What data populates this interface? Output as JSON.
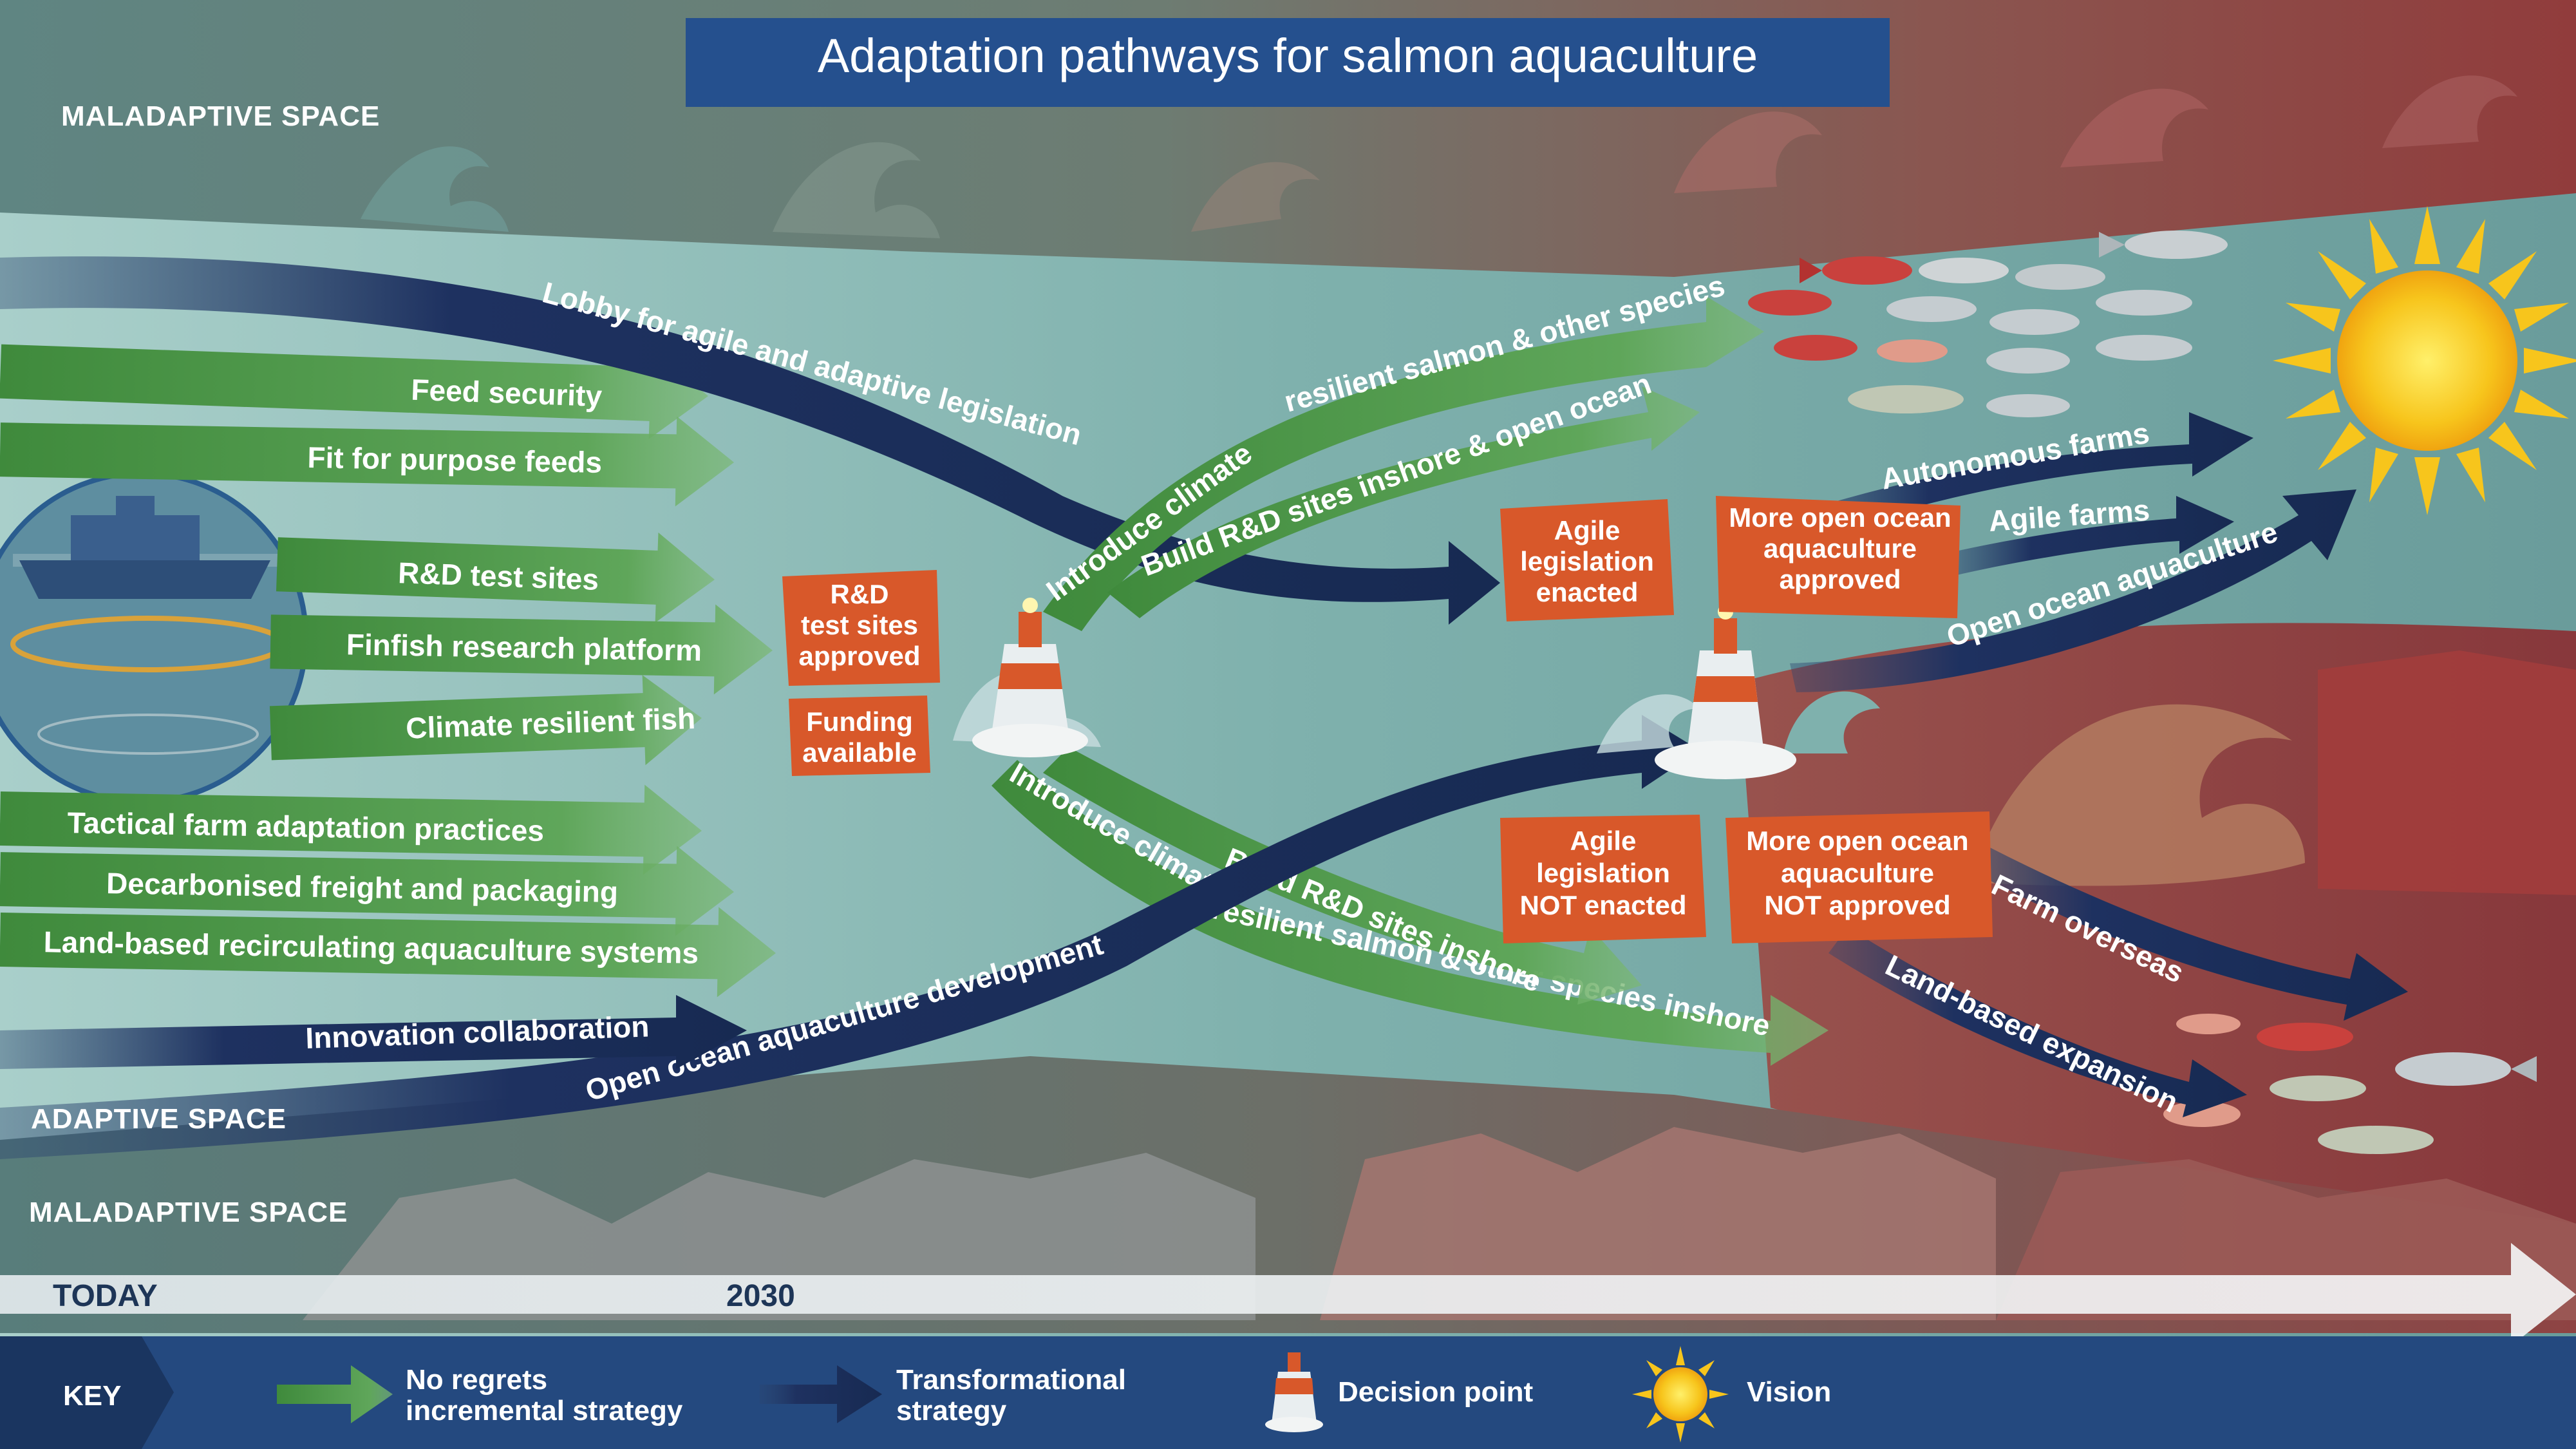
{
  "title": "Adaptation pathways for salmon aquaculture",
  "spaces": {
    "maladaptive_top": "MALADAPTIVE SPACE",
    "adaptive": "ADAPTIVE SPACE",
    "maladaptive_bottom": "MALADAPTIVE SPACE"
  },
  "timeline": {
    "start": "TODAY",
    "milestone": "2030"
  },
  "incremental_strategies": [
    "Feed security",
    "Fit for purpose feeds",
    "R&D test sites",
    "Finfish research platform",
    "Climate resilient fish",
    "Tactical farm adaptation practices",
    "Decarbonised freight and packaging",
    "Land-based recirculating aquaculture systems"
  ],
  "transformational_strategies": {
    "lobby": "Lobby for agile and adaptive legislation",
    "innovation": "Innovation collaboration",
    "open_ocean_dev": "Open ocean aquaculture development"
  },
  "decision_point_1": {
    "conditions": [
      "R&D test sites approved",
      "Funding available"
    ],
    "up_paths": [
      "Introduce climate resilient salmon & other species",
      "Build R&D sites inshore & open ocean"
    ],
    "down_paths": [
      "Introduce climate resilient salmon & other species inshore",
      "Build R&D sites inshore"
    ]
  },
  "decision_point_2": {
    "conditions_yes": [
      "Agile legislation enacted",
      "More open ocean aquaculture approved"
    ],
    "conditions_no": [
      "Agile legislation NOT enacted",
      "More open ocean aquaculture NOT approved"
    ],
    "yes_paths": [
      "Autonomous farms",
      "Agile farms",
      "Open ocean aquaculture"
    ],
    "no_paths": [
      "Farm overseas",
      "Land-based expansion"
    ]
  },
  "key": {
    "label": "KEY",
    "incremental": "No regrets incremental strategy",
    "transformational": "Transformational strategy",
    "decision": "Decision point",
    "vision": "Vision"
  },
  "colors": {
    "incremental_green": "#4e9a48",
    "transformational_navy": "#1c2e55",
    "decision_orange": "#d8582a",
    "title_blue": "#25508e",
    "water_teal": "#7fb1ad",
    "maladaptive_red": "#8a3d3a"
  },
  "icons": [
    "buoy-icon",
    "sun-icon",
    "salmon-icon",
    "farm-ship-icon",
    "wave-icon",
    "rock-icon"
  ]
}
